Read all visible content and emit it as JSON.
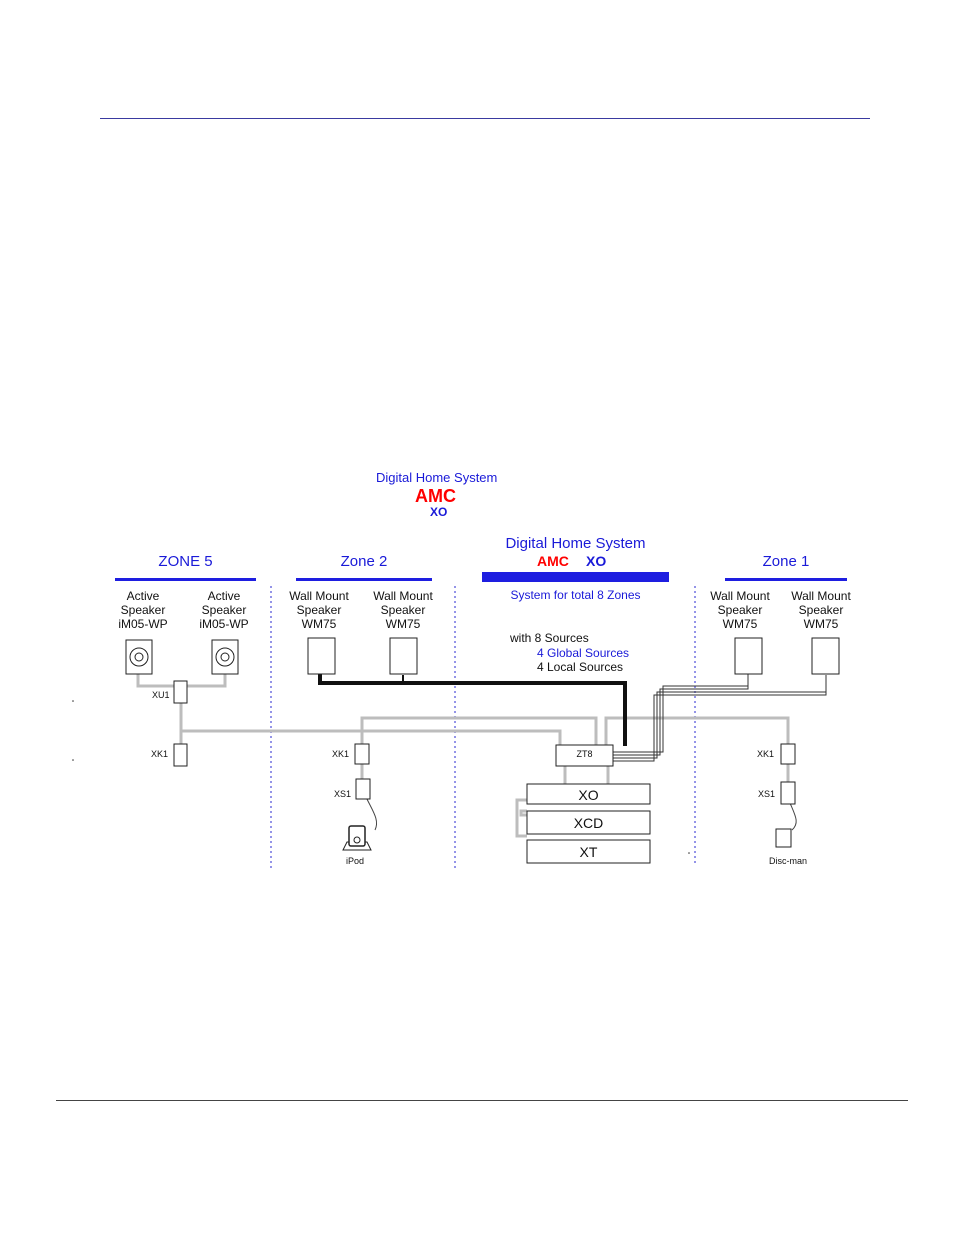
{
  "header_block": {
    "title": "Digital Home System",
    "brand": "AMC",
    "model": "XO"
  },
  "zones": {
    "zone5": {
      "title": "ZONE 5",
      "speaker1": [
        "Active",
        "Speaker",
        "iM05-WP"
      ],
      "speaker2": [
        "Active",
        "Speaker",
        "iM05-WP"
      ],
      "xu1": "XU1",
      "xk1": "XK1"
    },
    "zone2": {
      "title": "Zone 2",
      "speaker1": [
        "Wall Mount",
        "Speaker",
        "WM75"
      ],
      "speaker2": [
        "Wall Mount",
        "Speaker",
        "WM75"
      ],
      "xk1": "XK1",
      "xs1": "XS1",
      "device": "iPod"
    },
    "center": {
      "title": "Digital Home System",
      "brand": "AMC",
      "model": "XO",
      "subtitle": "System for total 8 Zones",
      "sources_line1": "with 8 Sources",
      "sources_line2": "4 Global Sources",
      "sources_line3": "4 Local Sources",
      "zt8": "ZT8",
      "stack": [
        "XO",
        "XCD",
        "XT"
      ]
    },
    "zone1": {
      "title": "Zone 1",
      "speaker1": [
        "Wall Mount",
        "Speaker",
        "WM75"
      ],
      "speaker2": [
        "Wall Mount",
        "Speaker",
        "WM75"
      ],
      "xk1": "XK1",
      "xs1": "XS1",
      "device": "Disc-man"
    }
  },
  "colors": {
    "accent_blue": "#1e1ee0",
    "brand_red": "#ff0000",
    "cable_grey": "#bdbdbd",
    "divider_blue": "#2a2ad0"
  }
}
